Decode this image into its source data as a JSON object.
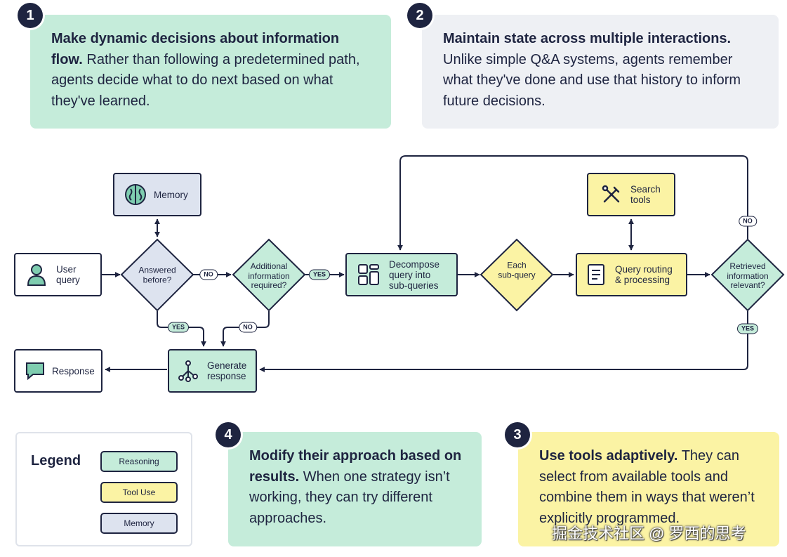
{
  "cards": [
    {
      "number": "1",
      "bold": "Make dynamic decisions about information flow.",
      "text": "Rather than following a predetermined path, agents decide what to do next based on what they've learned."
    },
    {
      "number": "2",
      "bold": "Maintain state across multiple interactions.",
      "text": "Unlike simple Q&A systems, agents remember what they've done and use that history to inform future decisions."
    },
    {
      "number": "4",
      "bold": "Modify their approach based on results.",
      "text": "When one strategy isn’t working, they can try different approaches."
    },
    {
      "number": "3",
      "bold": "Use tools adaptively.",
      "text": "They can select from available tools and combine them in ways that weren’t explicitly programmed."
    }
  ],
  "flow": {
    "memory": "Memory",
    "user_query": "User\nquery",
    "answered_before": "Answered\nbefore?",
    "additional_info": "Additional\ninformation\nrequired?",
    "decompose": "Decompose\nquery into\nsub-queries",
    "each_subquery": "Each\nsub-query",
    "query_routing": "Query routing\n& processing",
    "search_tools": "Search\ntools",
    "retrieved_relevant": "Retrieved\ninformation\nrelevant?",
    "generate_response": "Generate\nresponse",
    "response": "Response",
    "labels": {
      "no_answered": "NO",
      "yes_additional": "YES",
      "yes_answered": "YES",
      "no_additional": "NO",
      "no_retrieved": "NO",
      "yes_retrieved": "YES"
    }
  },
  "legend": {
    "title": "Legend",
    "items": [
      "Reasoning",
      "Tool Use",
      "Memory"
    ]
  },
  "watermark": "掘金技术社区 @ 罗西的思考",
  "colors": {
    "navy": "#1e2440",
    "reasoning_green": "#c5ecda",
    "tool_yellow": "#fbf3a4",
    "memory_blue": "#dde3ef",
    "card_gray": "#eef0f4"
  }
}
